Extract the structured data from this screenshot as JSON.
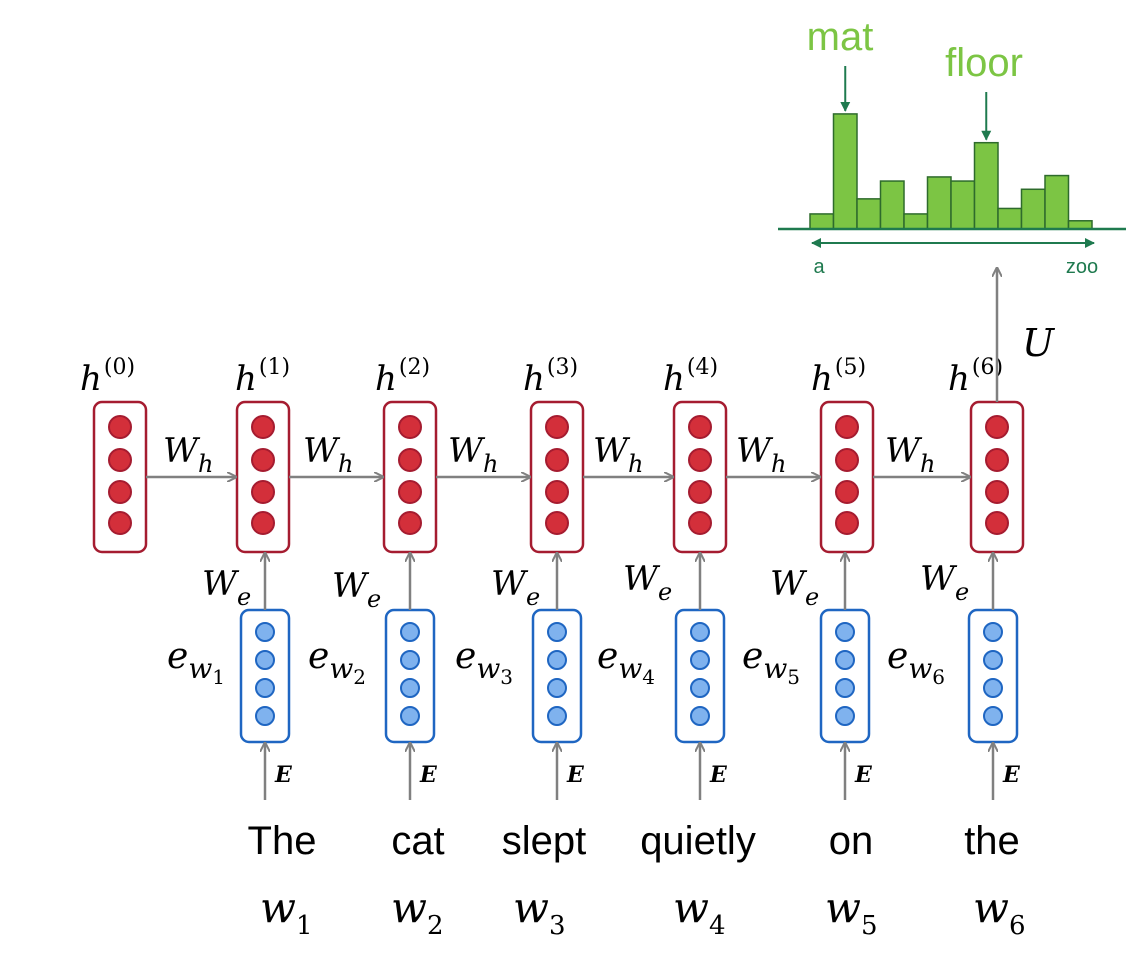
{
  "colors": {
    "hidden_stroke": "#a51c30",
    "hidden_fill": "#d32f3a",
    "embed_stroke": "#1f66c2",
    "embed_fill": "#7fb2ee",
    "arrow": "#808080",
    "bar_fill": "#7cc544",
    "bar_stroke": "#2e6b2c",
    "dist_axis": "#1f7a4f",
    "callout": "#7cc544"
  },
  "hidden": [
    {
      "label": "h",
      "sup": "(0)"
    },
    {
      "label": "h",
      "sup": "(1)"
    },
    {
      "label": "h",
      "sup": "(2)"
    },
    {
      "label": "h",
      "sup": "(3)"
    },
    {
      "label": "h",
      "sup": "(4)"
    },
    {
      "label": "h",
      "sup": "(5)"
    },
    {
      "label": "h",
      "sup": "(6)"
    }
  ],
  "weights": {
    "wh_main": "W",
    "wh_sub": "h",
    "we_main": "W",
    "we_sub": "e",
    "u": "U",
    "e": "E"
  },
  "embeddings": [
    {
      "main": "e",
      "sub": "w",
      "idx": "1"
    },
    {
      "main": "e",
      "sub": "w",
      "idx": "2"
    },
    {
      "main": "e",
      "sub": "w",
      "idx": "3"
    },
    {
      "main": "e",
      "sub": "w",
      "idx": "4"
    },
    {
      "main": "e",
      "sub": "w",
      "idx": "5"
    },
    {
      "main": "e",
      "sub": "w",
      "idx": "6"
    }
  ],
  "words": [
    "The",
    "cat",
    "slept",
    "quietly",
    "on",
    "the"
  ],
  "word_vars": [
    {
      "main": "w",
      "idx": "1"
    },
    {
      "main": "w",
      "idx": "2"
    },
    {
      "main": "w",
      "idx": "3"
    },
    {
      "main": "w",
      "idx": "4"
    },
    {
      "main": "w",
      "idx": "5"
    },
    {
      "main": "w",
      "idx": "6"
    }
  ],
  "distribution": {
    "axis_start": "a",
    "axis_end": "zoo",
    "callouts": [
      "mat",
      "floor"
    ],
    "bars": [
      0.11,
      0.84,
      0.22,
      0.35,
      0.11,
      0.38,
      0.35,
      0.63,
      0.15,
      0.29,
      0.39,
      0.06
    ]
  }
}
